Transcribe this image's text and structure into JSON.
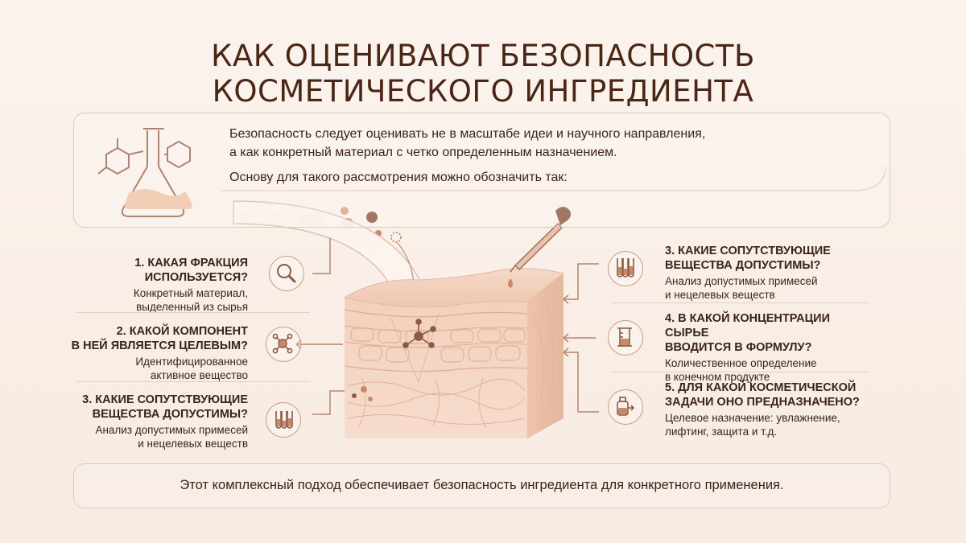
{
  "title": {
    "line1": "КАК ОЦЕНИВАЮТ БЕЗОПАСНОСТЬ",
    "line2": "КОСМЕТИЧЕСКОГО ИНГРЕДИЕНТА"
  },
  "intro": {
    "line1": "Безопасность следует оценивать не в масштабе идеи и научного направления,",
    "line2": "а как конкретный материал с четко определенным назначением.",
    "line3": "Основу для такого рассмотрения можно обозначить так:"
  },
  "left_questions": [
    {
      "title_l1": "1. КАКАЯ ФРАКЦИЯ",
      "title_l2": "ИСПОЛЬЗУЕТСЯ?",
      "desc_l1": "Конкретный материал,",
      "desc_l2": "выделенный из сырья",
      "icon": "magnifier-icon"
    },
    {
      "title_l1": "2. КАКОЙ КОМПОНЕНТ",
      "title_l2": "В НЕЙ ЯВЛЯЕТСЯ ЦЕЛЕВЫМ?",
      "desc_l1": "Идентифицированное",
      "desc_l2": "активное вещество",
      "icon": "molecule-icon"
    },
    {
      "title_l1": "3. КАКИЕ СОПУТСТВУЮЩИЕ",
      "title_l2": "ВЕЩЕСТВА ДОПУСТИМЫ?",
      "desc_l1": "Анализ допустимых примесей",
      "desc_l2": "и нецелевых веществ",
      "icon": "test-tubes-icon"
    }
  ],
  "right_questions": [
    {
      "title_l1": "3. КАКИЕ СОПУТСТВУЮЩИЕ",
      "title_l2": "ВЕЩЕСТВА ДОПУСТИМЫ?",
      "desc_l1": "Анализ допустимых примесей",
      "desc_l2": "и нецелевых веществ",
      "icon": "test-tubes-icon"
    },
    {
      "title_l1": "4. В КАКОЙ КОНЦЕНТРАЦИИ СЫРЬЕ",
      "title_l2": "ВВОДИТСЯ В ФОРМУЛУ?",
      "desc_l1": "Количественное определение",
      "desc_l2": "в конечном продукте",
      "icon": "measuring-cylinder-icon"
    },
    {
      "title_l1": "5. ДЛЯ КАКОЙ КОСМЕТИЧЕСКОЙ",
      "title_l2": "ЗАДАЧИ ОНО ПРЕДНАЗНАЧЕНО?",
      "desc_l1": "Целевое назначение: увлажнение,",
      "desc_l2": "лифтинг, защита и т.д.",
      "icon": "cosmetic-bottle-icon"
    }
  ],
  "footer": {
    "text": "Этот комплексный подход обеспечивает безопасность ингредиента для конкретного применения."
  },
  "colors": {
    "background": "#faf1ea",
    "accent": "#c89a7f",
    "text": "#3b2418",
    "skin": "#f0cdb8"
  }
}
